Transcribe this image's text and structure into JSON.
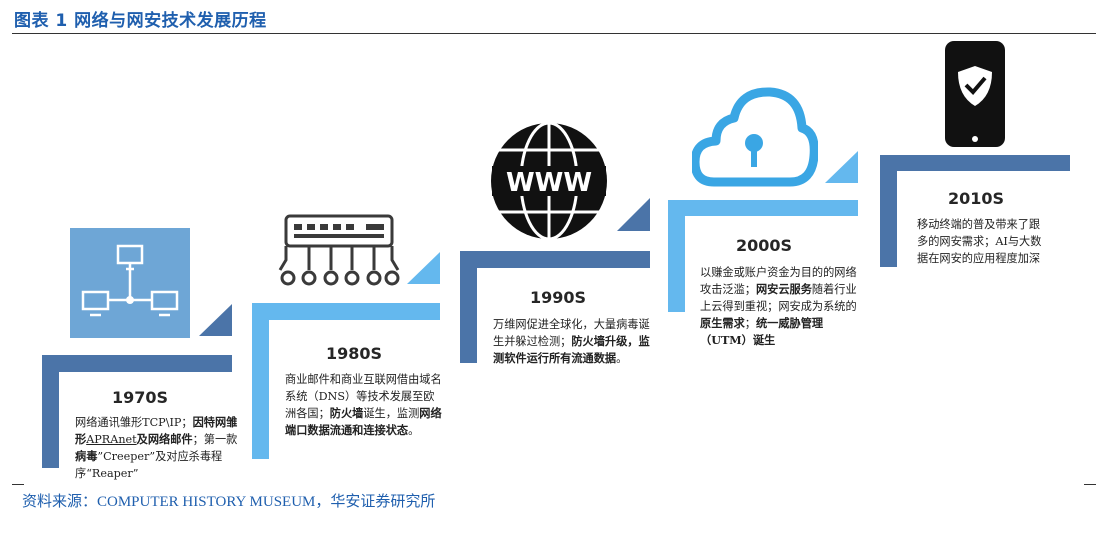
{
  "title": "图表 1 网络与网安技术发展历程",
  "source": "资料来源：COMPUTER HISTORY MUSEUM，华安证券研究所",
  "colors": {
    "dark_blue": "#4b74a8",
    "light_blue": "#64b8ee",
    "title_blue": "#1f5fae",
    "panel_blue": "#6ea6d6"
  },
  "stages": [
    {
      "year": "1970S",
      "icon": "network-topology-icon",
      "desc": [
        {
          "t": "网络通讯雏形",
          "b": false
        },
        {
          "t": "TCP\\IP",
          "b": false
        },
        {
          "t": "；",
          "b": false
        },
        {
          "t": "因特网雏形",
          "b": true
        },
        {
          "t": "APRAnet",
          "b": false,
          "u": true
        },
        {
          "t": "及网络邮件",
          "b": true
        },
        {
          "t": "；第一款",
          "b": false
        },
        {
          "t": "病毒",
          "b": true
        },
        {
          "t": "”Creeper”及对应杀毒程序“Reaper”",
          "b": false
        }
      ]
    },
    {
      "year": "1980S",
      "icon": "server-switch-icon",
      "desc": [
        {
          "t": "商业邮件和商业互联网借由域名系统（DNS）等技术发展至欧洲各国；",
          "b": false
        },
        {
          "t": "防火墙",
          "b": true
        },
        {
          "t": "诞生，监测",
          "b": false
        },
        {
          "t": "网络端口数据流通和连接状态",
          "b": true
        },
        {
          "t": "。",
          "b": false
        }
      ]
    },
    {
      "year": "1990S",
      "icon": "www-globe-icon",
      "desc": [
        {
          "t": "万维网促进全球化，大量病毒诞生并躲过检测；",
          "b": false
        },
        {
          "t": "防火墙升级，",
          "b": true
        },
        {
          "t": "监测软件运行所有流通数据",
          "b": true
        },
        {
          "t": "。",
          "b": false
        }
      ]
    },
    {
      "year": "2000S",
      "icon": "cloud-lock-icon",
      "desc": [
        {
          "t": "以赚金或账户资金为目的的网络攻击泛滥；",
          "b": false
        },
        {
          "t": "网安云服务",
          "b": true
        },
        {
          "t": "随着行业上云得到重视；网安成为系统的",
          "b": false
        },
        {
          "t": "原生需求",
          "b": true
        },
        {
          "t": "；",
          "b": false
        },
        {
          "t": "统一威胁管理（UTM）诞生",
          "b": true
        }
      ]
    },
    {
      "year": "2010S",
      "icon": "mobile-shield-icon",
      "desc": [
        {
          "t": "移动终端的普及带来了跟多的网安需求；",
          "b": false
        },
        {
          "t": "AI与大数据在网安的应用程度加深",
          "b": false
        }
      ]
    }
  ]
}
